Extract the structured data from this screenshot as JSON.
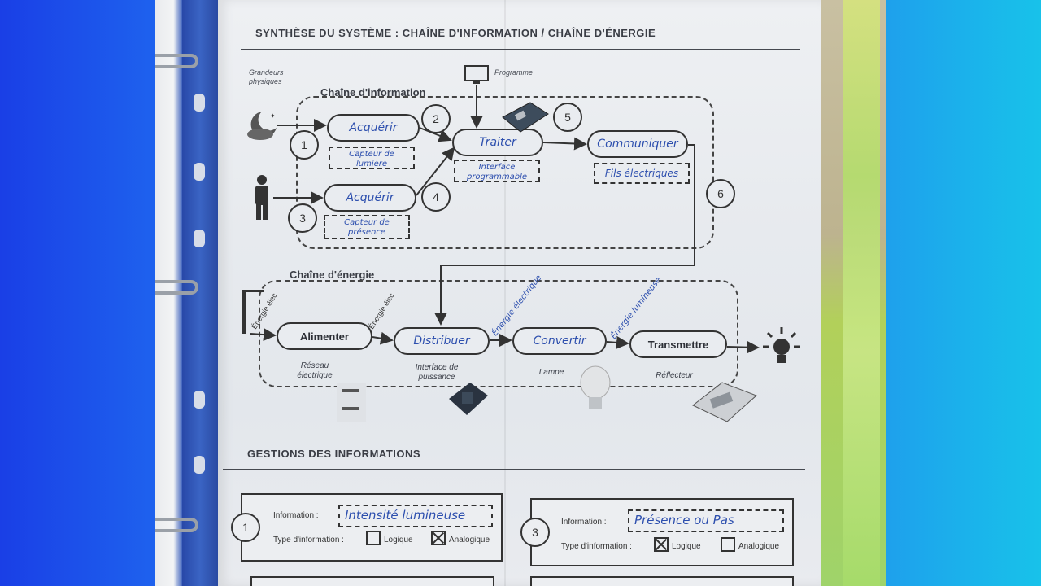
{
  "page": {
    "title": "Synthèse du système : chaîne d'information / chaîne d'énergie",
    "section2_title": "Gestions des informations"
  },
  "info_chain": {
    "title": "Chaîne d'information",
    "grandeurs": "Grandeurs physiques",
    "programme": "Programme",
    "acquerir1": "Acquérir",
    "acquerir2": "Acquérir",
    "traiter": "Traiter",
    "communiquer": "Communiquer",
    "capteur1": "Capteur de lumière",
    "capteur2": "Capteur de présence",
    "interface": "Interface programmable",
    "fils": "Fils électriques",
    "numbers": [
      "1",
      "2",
      "3",
      "4",
      "5",
      "6"
    ]
  },
  "energy_chain": {
    "title": "Chaîne d'énergie",
    "alimenter": "Alimenter",
    "distribuer": "Distribuer",
    "convertir": "Convertir",
    "transmettre": "Transmettre",
    "e1": "Énergie élec",
    "e2": "Énergie élec",
    "e3": "Énergie électrique",
    "e4": "Énergie lumineuse",
    "reseau": "Réseau électrique",
    "interface_puissance": "Interface de puissance",
    "lampe": "Lampe",
    "reflecteur": "Réflecteur"
  },
  "cards": [
    {
      "num": "1",
      "info_label": "Information :",
      "info_value": "Intensité lumineuse",
      "type_label": "Type d'information :",
      "opt1": "Logique",
      "opt2": "Analogique",
      "checked": "Analogique"
    },
    {
      "num": "3",
      "info_label": "Information :",
      "info_value": "Présence ou Pas",
      "type_label": "Type d'information :",
      "opt1": "Logique",
      "opt2": "Analogique",
      "checked": "Logique"
    }
  ],
  "colors": {
    "ink": "#2d4fae",
    "print": "#333333",
    "paper": "#e7eaee"
  }
}
